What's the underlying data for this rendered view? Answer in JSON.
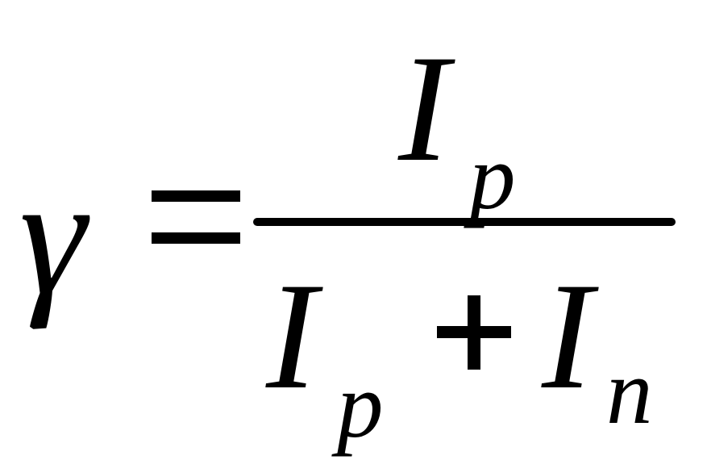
{
  "formula": {
    "lhs": "γ",
    "equals": "=",
    "numerator": {
      "main": "I",
      "subscript": "p"
    },
    "denominator": {
      "term1_main": "I",
      "term1_subscript": "p",
      "operator": "+",
      "term2_main": "I",
      "term2_subscript": "n"
    }
  },
  "colors": {
    "text": "#000000",
    "background": "#ffffff"
  }
}
